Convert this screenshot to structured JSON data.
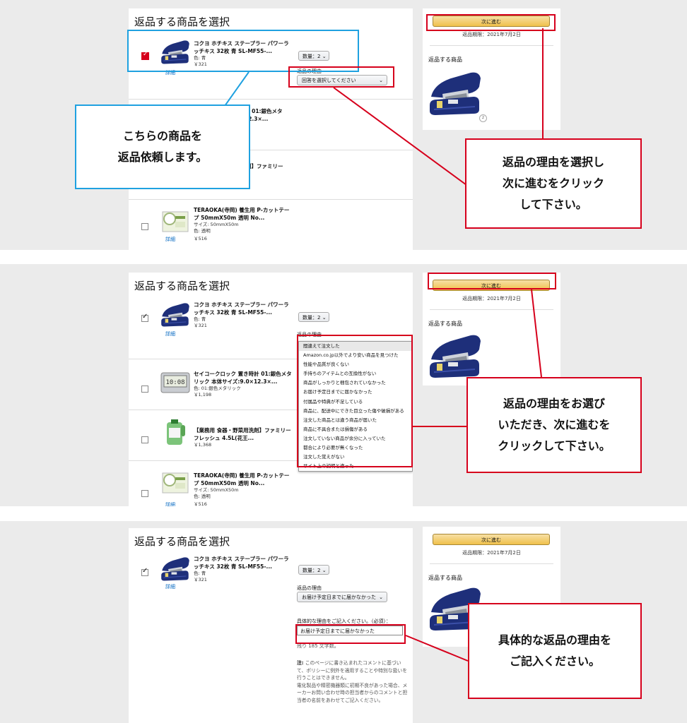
{
  "section_title": "返品する商品を選択",
  "next_button": "次に進む",
  "deadline": "返品期限：2021年7月2日",
  "side_label": "返品する商品",
  "side_badge": "2",
  "detail_link": "詳細",
  "qty_label": "数量：2",
  "reason_label": "返品の理由",
  "reason_placeholder": "回答を選択してください",
  "reason_selected": "お届け予定日までに届かなかった",
  "comment_label": "具体的な理由をご記入ください。（必須）：",
  "comment_value": "お届け予定日までに届かなかった",
  "remaining": "残り 185 文字数。",
  "note_prefix": "注:",
  "note_text": "このページに書き込まれたコメントに基づいて、ポリシーに例外を適用することや特別な扱いを行うことはできません。",
  "note_text2": "電化製品や精密機器類に初期不良があった場合、メーカーお問い合わせ時の担当者からのコメントと担当者の名前をあわせてご記入ください。",
  "products": {
    "stapler": {
      "name": "コクヨ ホチキス ステープラー パワーラッチキス 32枚 青 SL-MF55-...",
      "color": "色: 青",
      "price": "￥321"
    },
    "clock": {
      "name": "セイコークロック 置き時計 01:銀色メタリック 本体サイズ:9.0×12.3×...",
      "color": "色: 01:銀色メタリック",
      "price": "￥1,198"
    },
    "detergent": {
      "name": "【業務用 食器・野菜用洗剤】ファミリーフレッシュ 4.5L(花王...",
      "price": "￥1,368"
    },
    "tape": {
      "name": "TERAOKA(寺岡) 養生用 P-カットテープ 50mmX50m 透明 No...",
      "size": "サイズ: 50mmX50m",
      "color": "色: 透明",
      "price": "￥516"
    }
  },
  "panel1_frag": {
    "clock_name_tail": "計 01:銀色メタ",
    "clock_name_tail2": "12.3×...",
    "detergent_tail": "剤】ファミリー"
  },
  "reasons": [
    "間違えて注文した",
    "Amazon.co.jp以外でより安い商品を見つけた",
    "性能や品質が良くない",
    "手持ちのアイテムとの互換性がない",
    "商品がしっかりと梱包されていなかった",
    "お届け予定日までに届かなかった",
    "付属品や特典が不足している",
    "商品に、配送中にできた目立った傷や破損がある",
    "注文した商品とは違う商品が届いた",
    "商品に不具合または損傷がある",
    "注文していない商品が余分に入っていた",
    "都合により必要が無くなった",
    "注文した覚えがない",
    "サイト上の説明と違った"
  ],
  "callouts": {
    "blue1": "こちらの商品を\n返品依頼します。",
    "red1": "返品の理由を選択し\n次に進むをクリック\nして下さい。",
    "red2": "返品の理由をお選び\nいただき、次に進むを\nクリックして下さい。",
    "red3": "具体的な返品の理由を\nご記入ください。"
  },
  "colors": {
    "red": "#d6001c",
    "blue": "#1fa1e0",
    "amazon_button": "#f0c14b",
    "link": "#0066c0"
  }
}
